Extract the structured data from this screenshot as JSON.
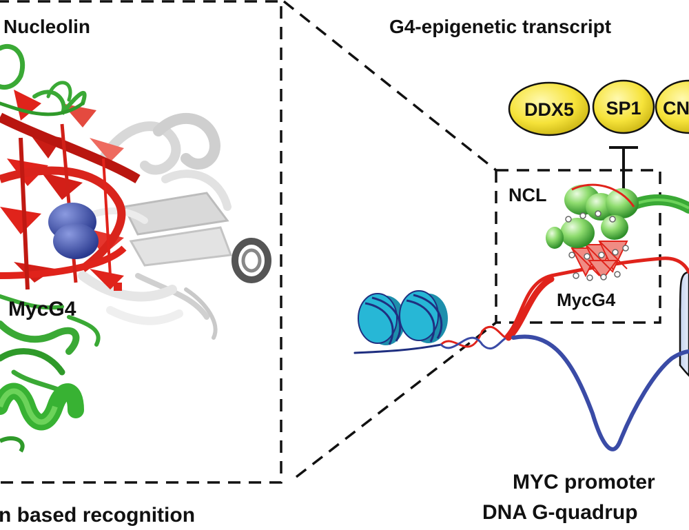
{
  "left_panel": {
    "title": "Nucleolin",
    "g4_label": "MycG4",
    "caption": "n based recognition"
  },
  "right_panel": {
    "title": "G4-epigenetic transcript",
    "factors": [
      "DDX5",
      "SP1",
      "CN"
    ],
    "ncl_label": "NCL",
    "g4_label": "MycG4",
    "caption_line1": "MYC promoter",
    "caption_line2": "DNA G-quadrup"
  },
  "colors": {
    "protein_green": "#3aa935",
    "g4_red": "#e0231b",
    "ion_blue": "#3c4fa8",
    "factor_yellow": "#f6e33a",
    "nucleosome_cyan": "#27b7d6",
    "dna_blue": "#3a4ba6"
  }
}
